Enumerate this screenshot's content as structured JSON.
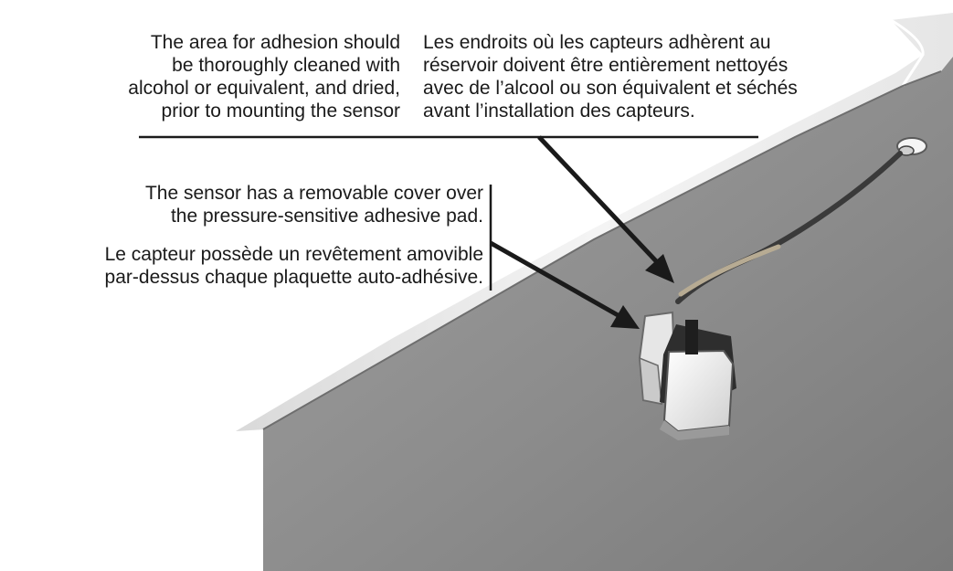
{
  "callouts": {
    "cleaning_en": {
      "lines": [
        "The area for adhesion should",
        "be thoroughly cleaned with",
        "alcohol or equivalent, and dried,",
        "prior to mounting the sensor"
      ]
    },
    "cleaning_fr": {
      "lines": [
        "Les endroits où les capteurs adhèrent au",
        "réservoir doivent être entièrement nettoyés",
        "avec de l’alcool ou son équivalent et séchés",
        "avant l’installation des capteurs."
      ]
    },
    "cover_en": {
      "lines": [
        "The sensor has a removable cover over",
        "the pressure-sensitive adhesive pad."
      ]
    },
    "cover_fr": {
      "lines": [
        "Le capteur possède un revêtement amovible",
        "par-dessus chaque plaquette auto-adhésive."
      ]
    }
  },
  "colors": {
    "tank_face": "#8e8e8e",
    "tank_top": "#f2f2f2",
    "leader_line": "#1a1a1a",
    "cable": "#3a3a3a",
    "text": "#1a1a1a"
  }
}
